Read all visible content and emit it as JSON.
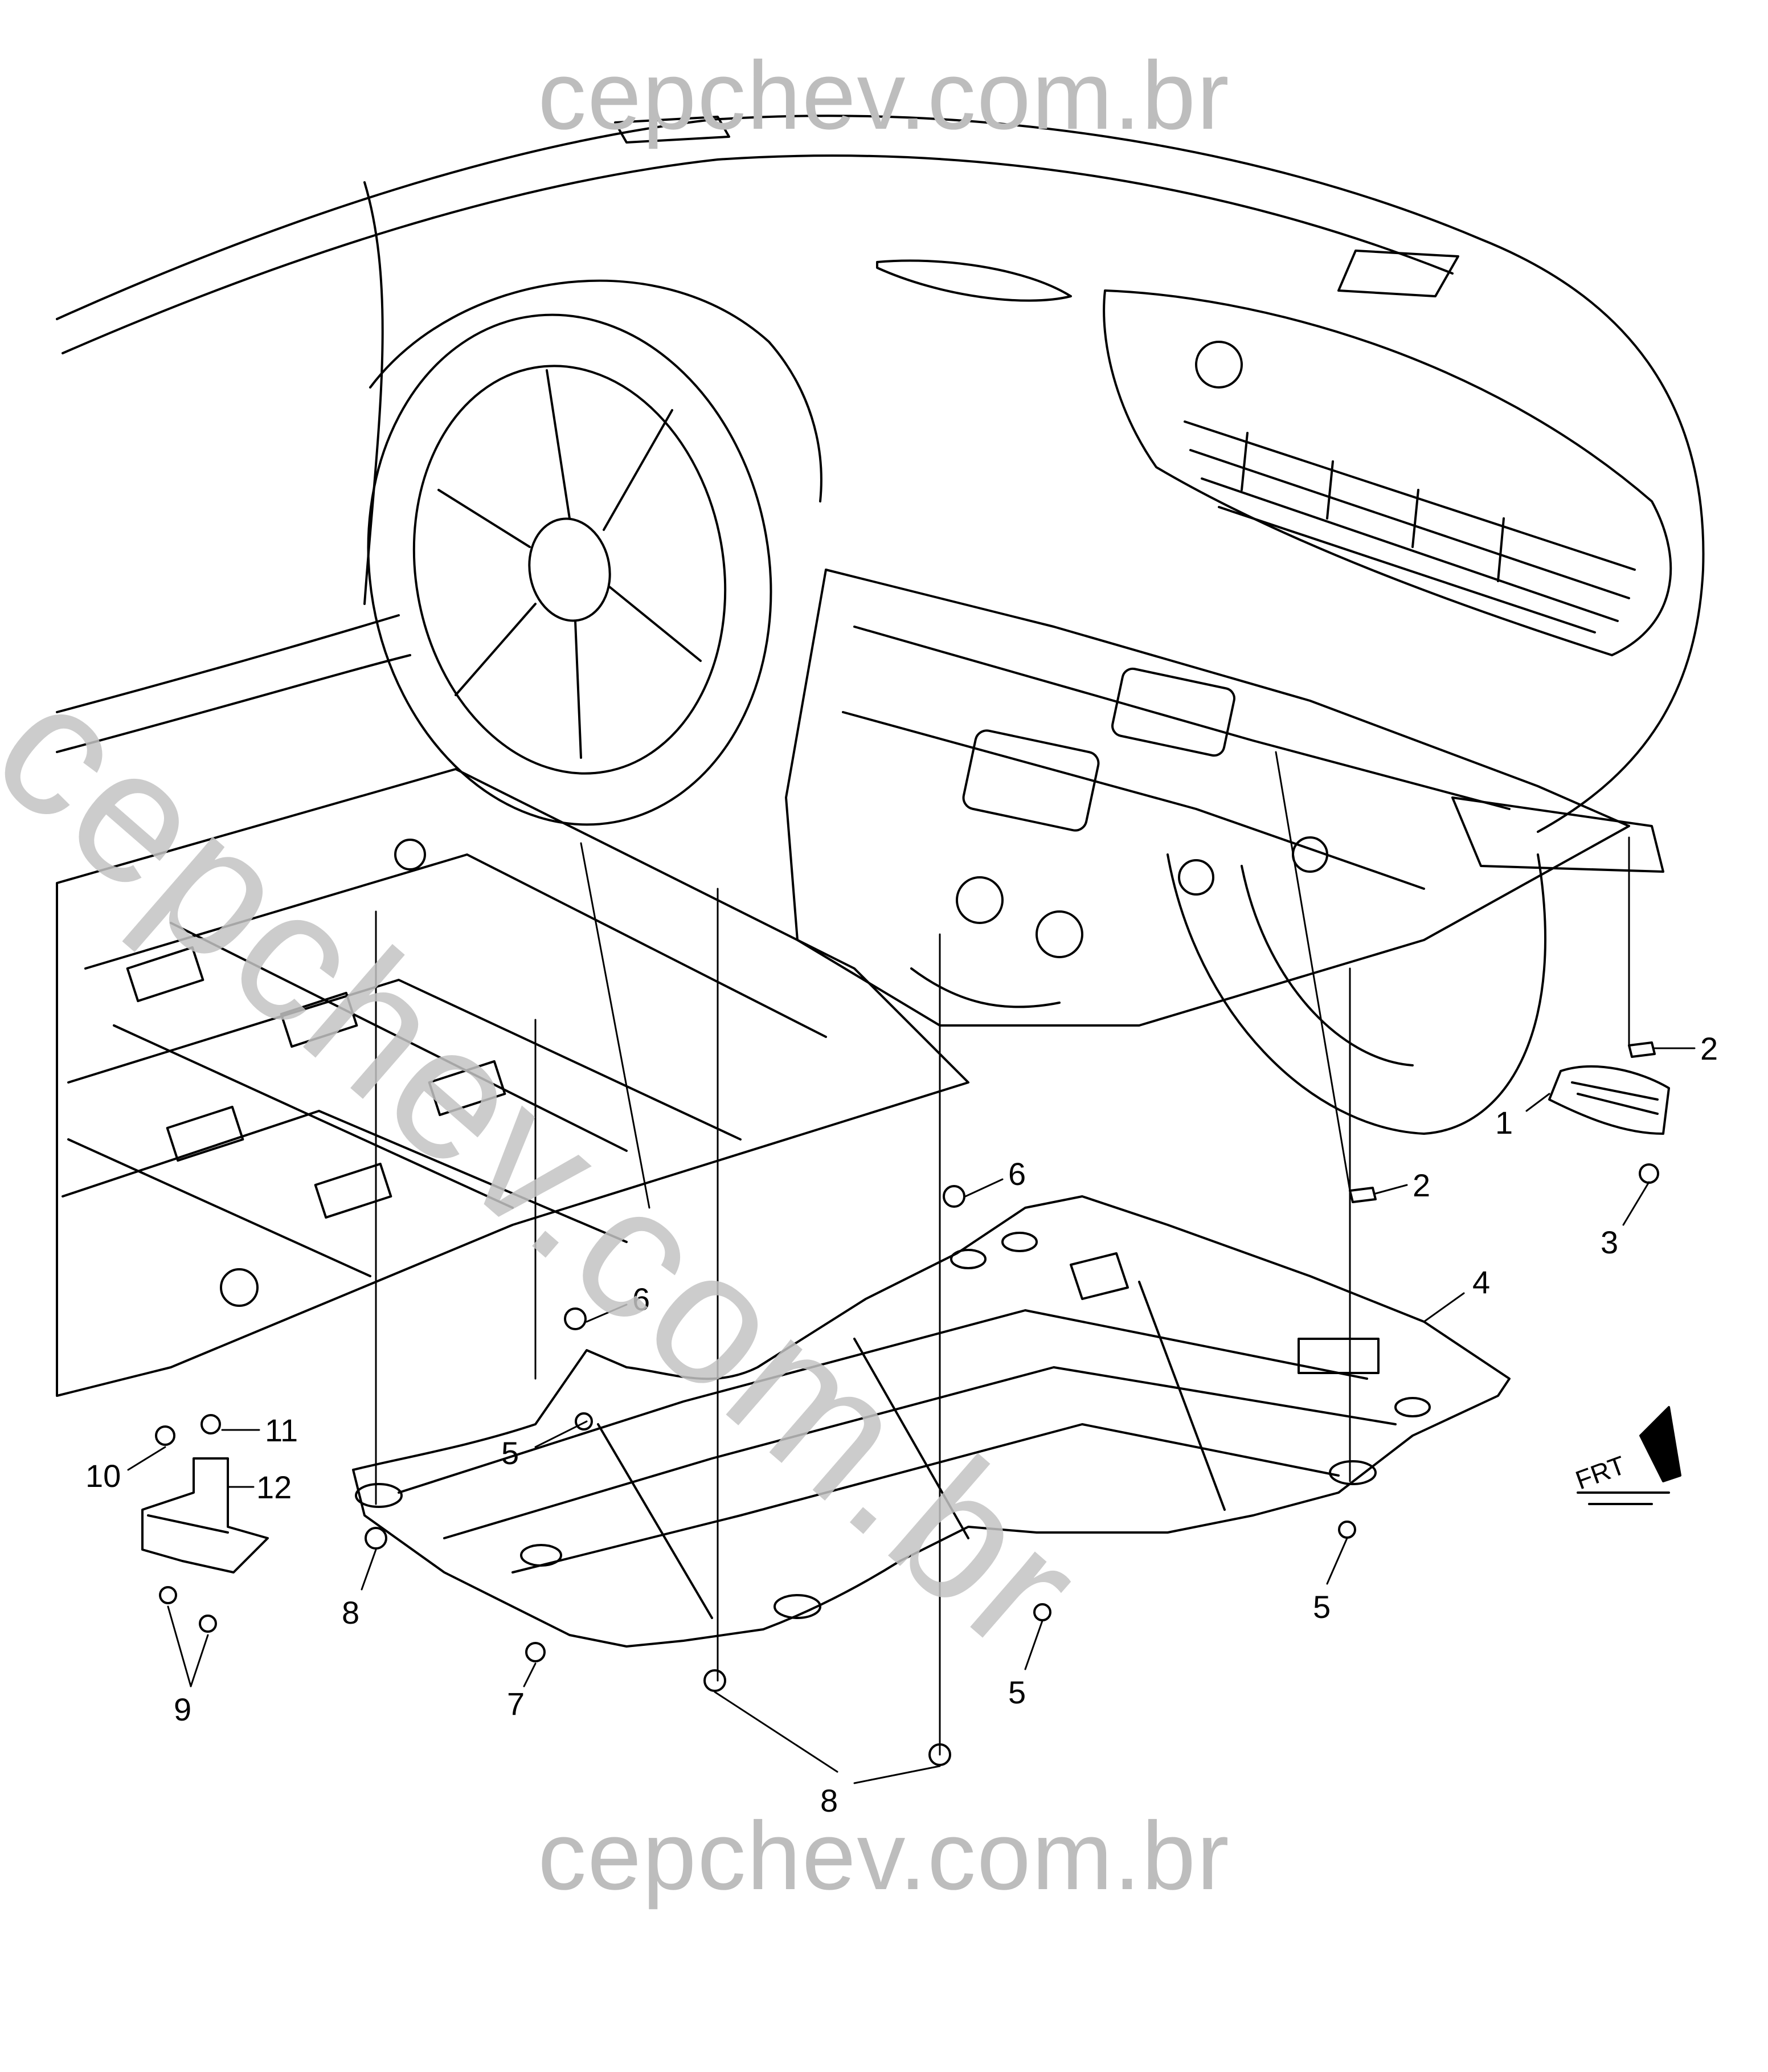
{
  "watermark": {
    "top": "cepchev.com.br",
    "bottom": "cepchev.com.br",
    "diagonal": "cepchev.com.br"
  },
  "callouts": [
    "1",
    "2",
    "2",
    "3",
    "4",
    "5",
    "5",
    "5",
    "6",
    "6",
    "7",
    "8",
    "8",
    "9",
    "10",
    "11",
    "12"
  ],
  "front_indicator": "FRT",
  "colors": {
    "line": "#000000",
    "watermark": "#bdbdbd",
    "background": "#ffffff"
  }
}
